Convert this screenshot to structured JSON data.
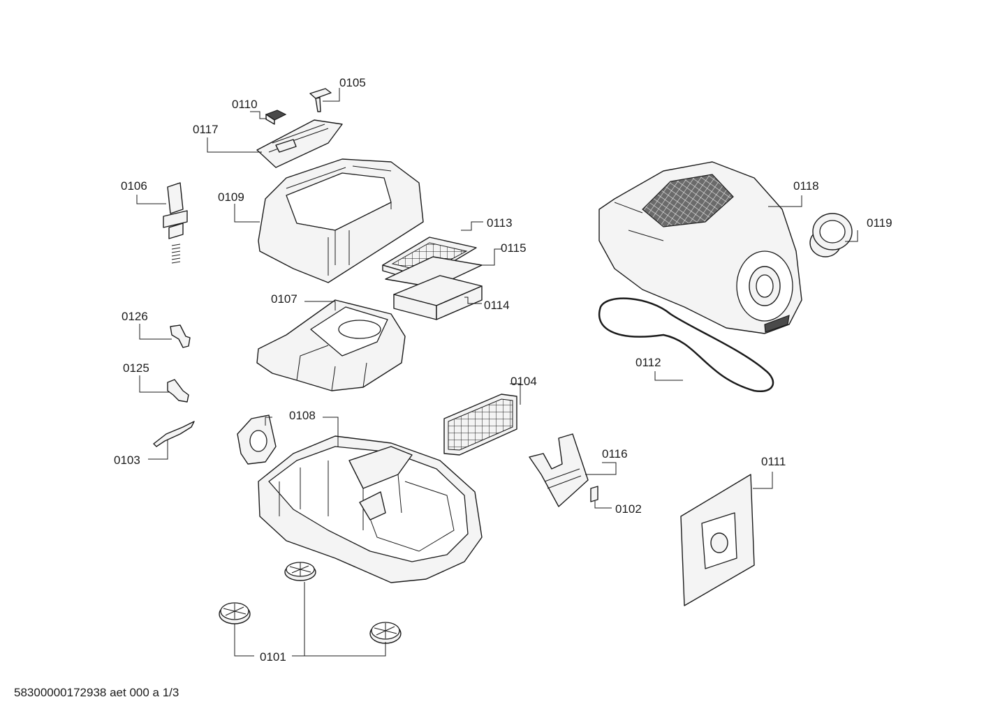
{
  "callouts": {
    "c0101": "0101",
    "c0102": "0102",
    "c0103": "0103",
    "c0104": "0104",
    "c0105": "0105",
    "c0106": "0106",
    "c0107": "0107",
    "c0108": "0108",
    "c0109": "0109",
    "c0110": "0110",
    "c0111": "0111",
    "c0112": "0112",
    "c0113": "0113",
    "c0114": "0114",
    "c0115": "0115",
    "c0116": "0116",
    "c0117": "0117",
    "c0118": "0118",
    "c0119": "0119",
    "c0125": "0125",
    "c0126": "0126"
  },
  "footer": {
    "document_id": "58300000172938 aet 000 a 1/3"
  }
}
